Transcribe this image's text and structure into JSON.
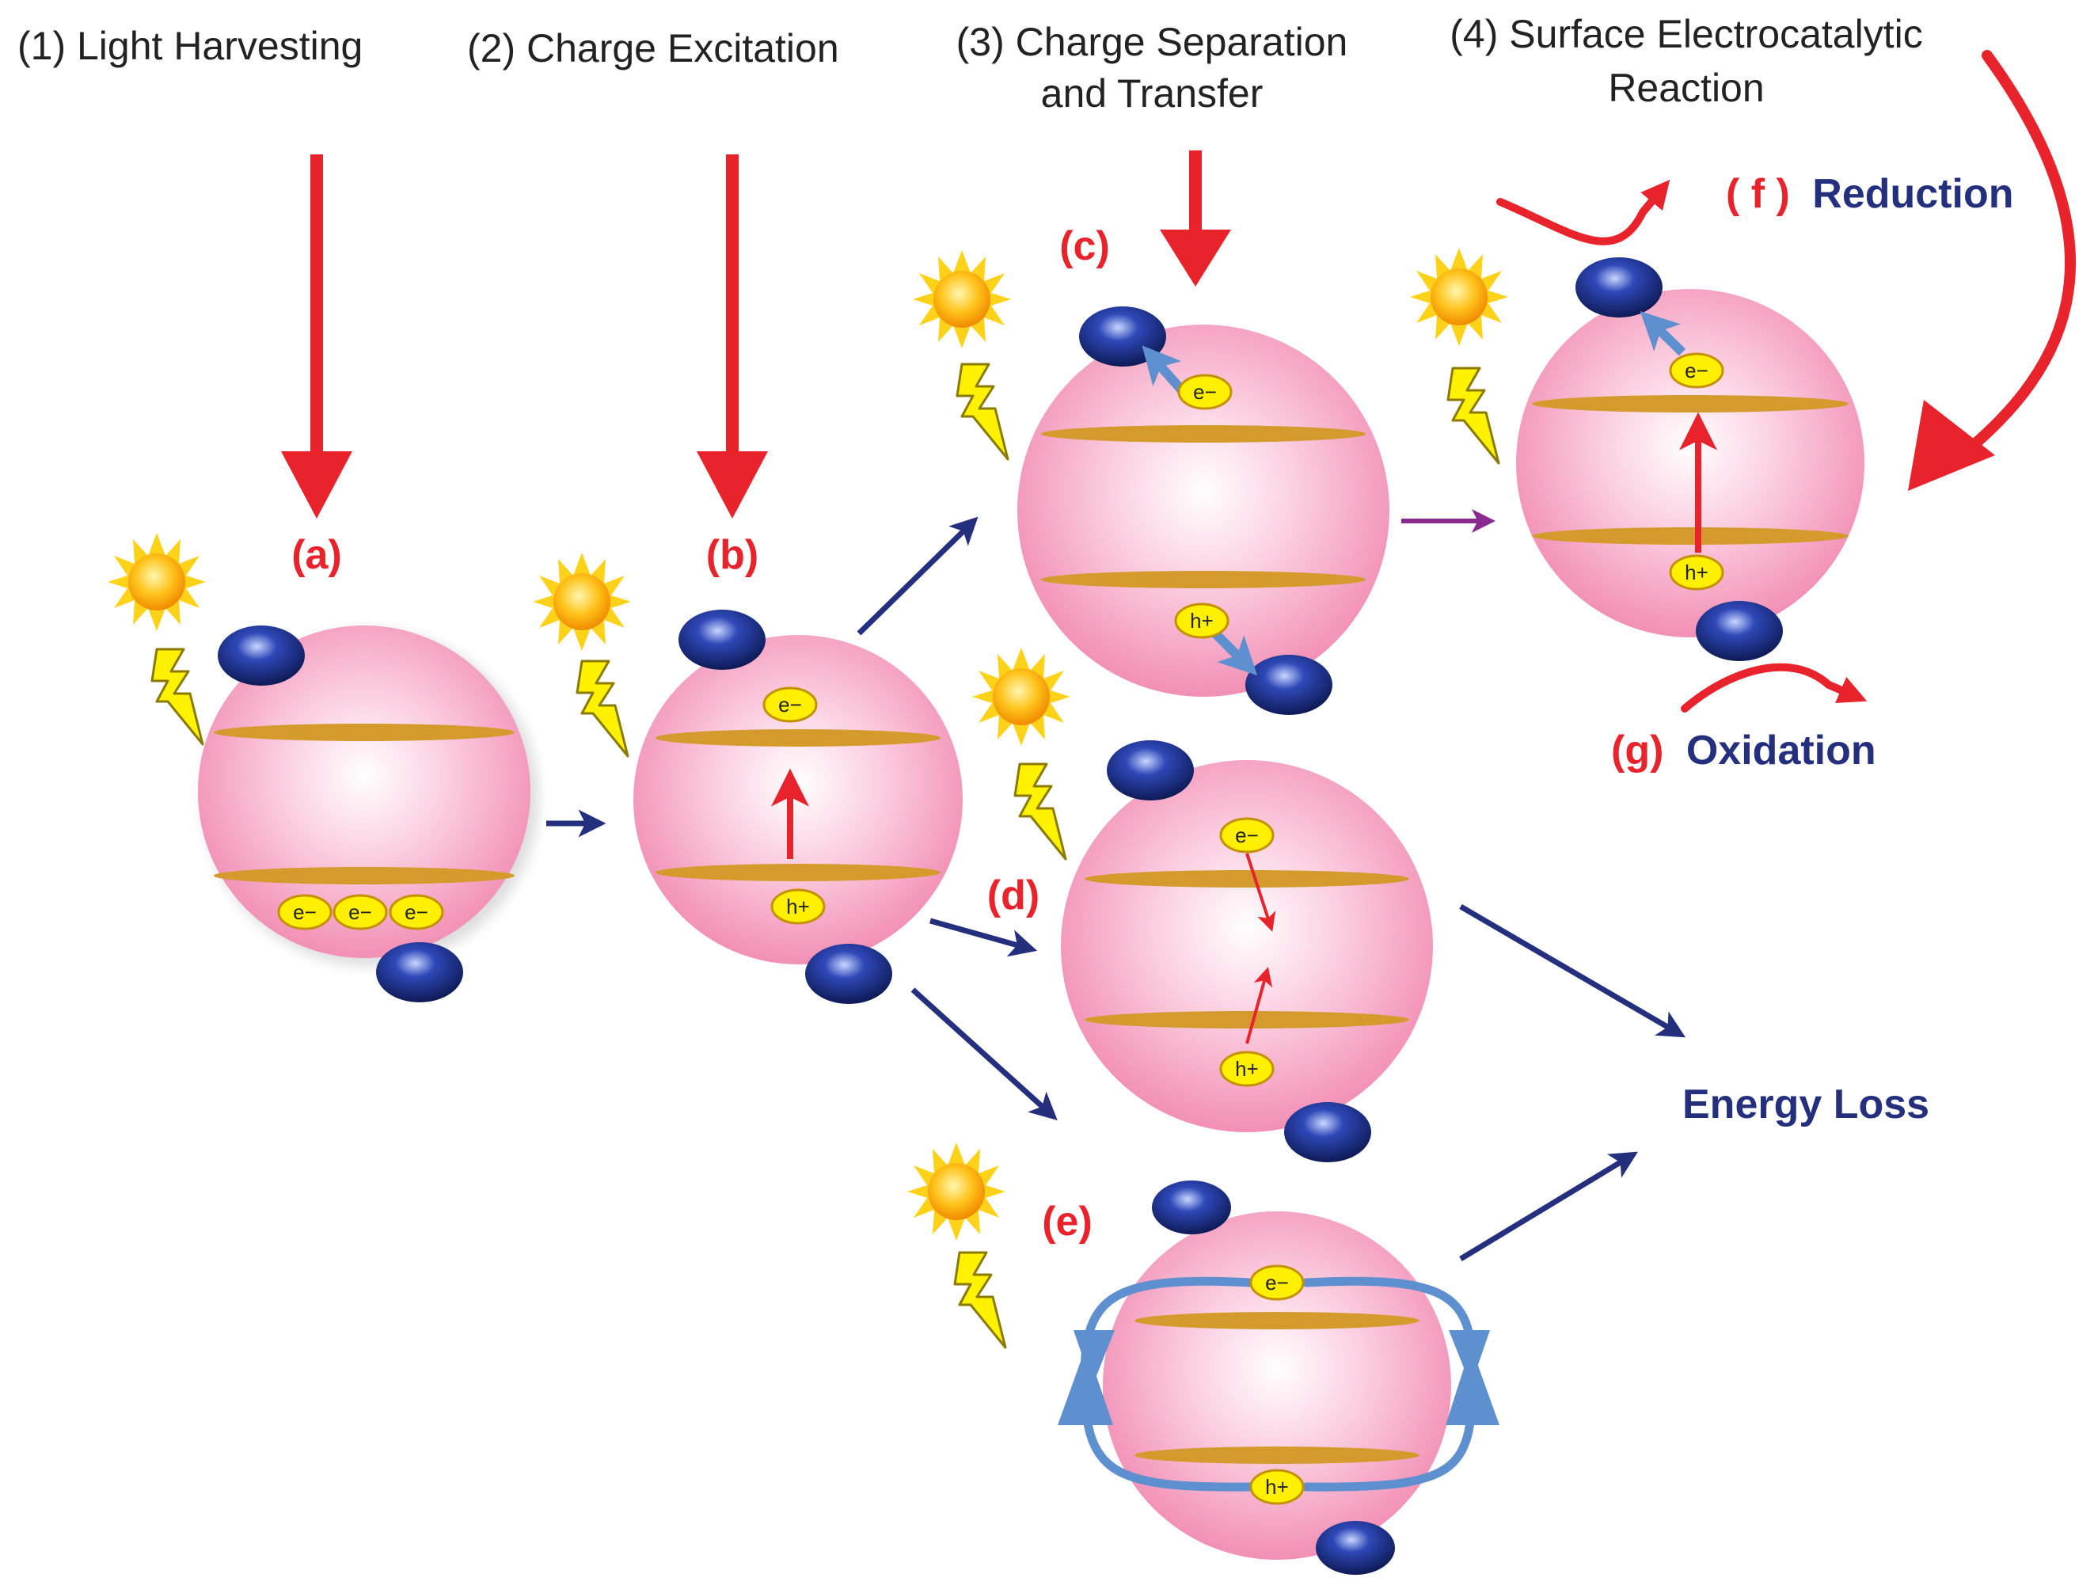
{
  "steps": [
    {
      "line1": "(1) Light Harvesting",
      "line2": ""
    },
    {
      "line1": "(2) Charge Excitation",
      "line2": ""
    },
    {
      "line1": "(3) Charge Separation",
      "line2": "and Transfer"
    },
    {
      "line1": "(4) Surface Electrocatalytic",
      "line2": "Reaction"
    }
  ],
  "stage_labels": {
    "a": "(a)",
    "b": "(b)",
    "c": "(c)",
    "d": "(d)",
    "e": "(e)"
  },
  "reduction": {
    "tag": "( f )",
    "text": "Reduction"
  },
  "oxidation": {
    "tag": "(g)",
    "text": "Oxidation"
  },
  "energy_loss": "Energy Loss",
  "carriers": {
    "electron": "e−",
    "hole": "h+"
  },
  "colors": {
    "arrow_red": "#e8232b",
    "arrow_navy": "#24307e",
    "arrow_purple": "#8a2a8f",
    "flow_blue": "#5e8fcf",
    "sphere_pink": "#f7a8c4",
    "band_gold": "#d49a2c",
    "cocatalyst_navy": "#1a2a7a",
    "carrier_yellow": "#ffef00"
  },
  "icons": [
    "sun-icon",
    "lightning-icon",
    "cocatalyst-particle-icon"
  ]
}
